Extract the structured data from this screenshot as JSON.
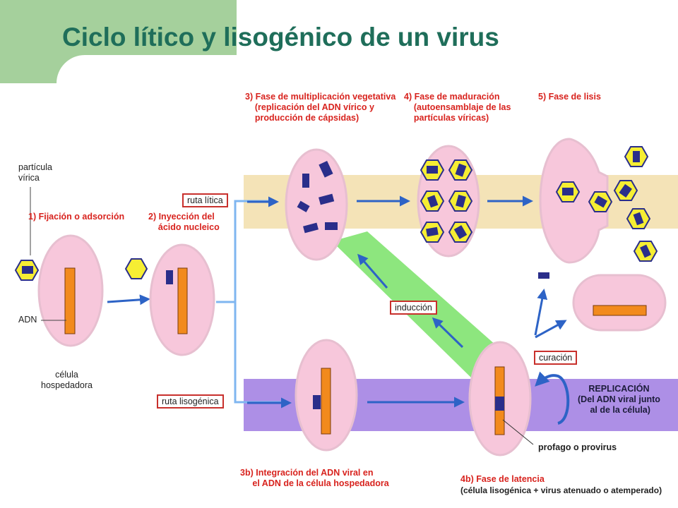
{
  "title": "Ciclo lítico y lisogénico de un virus",
  "colors": {
    "title": "#1f6e5a",
    "corner": "#a5d09c",
    "cell_fill": "#f7c7db",
    "cell_stroke": "#e7bfd0",
    "dna": "#f28a1d",
    "viral_dna": "#2a2e8a",
    "capsid": "#f6ee33",
    "arrow": "#2d63c6",
    "lytic_band": "#f4e3b7",
    "lysogenic_band": "#ad8fe6",
    "induction_band": "#8de67e",
    "label_red": "#d8231e"
  },
  "labels": {
    "particula_virica": "partícula\nvírica",
    "fijacion": "1) Fijación o adsorción",
    "inyeccion": "2) Inyección del\n    ácido nucleico",
    "adn": "ADN",
    "celula_hospedadora": "célula\nhospedadora",
    "fase3": "3) Fase de multiplicación vegetativa\n    (replicación del ADN vírico y\n    producción de cápsidas)",
    "fase4": "4) Fase de maduración\n    (autoensamblaje de las\n    partículas víricas)",
    "fase5": "5) Fase de lisis",
    "ruta_litica": "ruta lítica",
    "ruta_lisogenica": "ruta lisogénica",
    "induccion": "inducción",
    "curacion": "curación",
    "replicacion": "REPLICACIÓN\n(Del ADN viral junto\n al de la célula)",
    "profago": "profago o provirus",
    "fase3b": "3b) Integración del ADN viral en\n     el ADN de la célula hospedadora",
    "fase4b": "4b) Fase de latencia",
    "fase4b_sub": "(célula lisogénica + virus atenuado o atemperado)"
  }
}
